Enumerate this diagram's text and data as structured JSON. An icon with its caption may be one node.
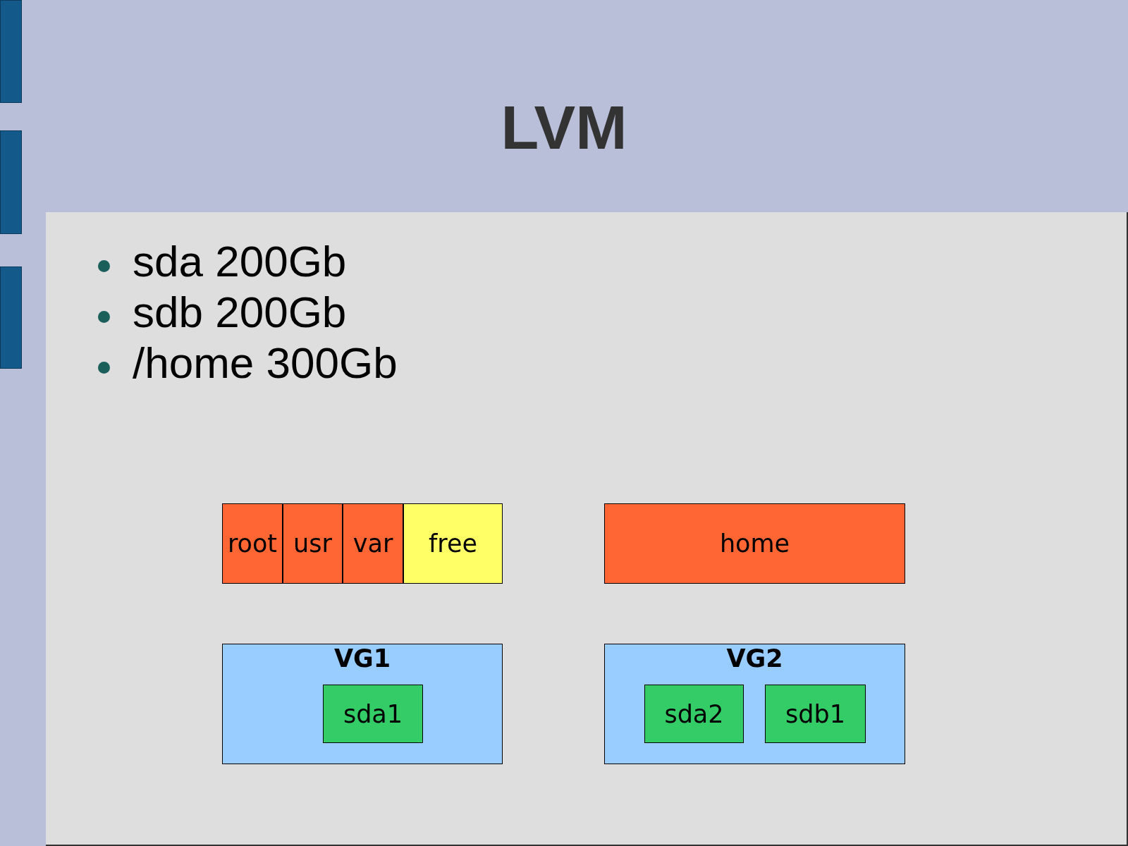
{
  "diagram": {
    "title": "LVM",
    "nodes": [
      {
        "text": [
          "root"
        ]
      },
      {
        "text": [
          "usr"
        ]
      },
      {
        "text": [
          "var"
        ]
      },
      {
        "text": [
          "free"
        ]
      },
      {
        "text": [
          "home"
        ]
      },
      {
        "text": [
          "VG1"
        ]
      },
      {
        "text": [
          "sda1"
        ],
        "in": 5
      },
      {
        "text": [
          "VG2"
        ]
      },
      {
        "text": [
          "sda2"
        ],
        "in": 7
      },
      {
        "text": [
          "sdb1"
        ],
        "in": 7
      }
    ],
    "labels": [
      "sda 200Gb",
      "sdb 200Gb",
      "/home 300Gb"
    ]
  }
}
